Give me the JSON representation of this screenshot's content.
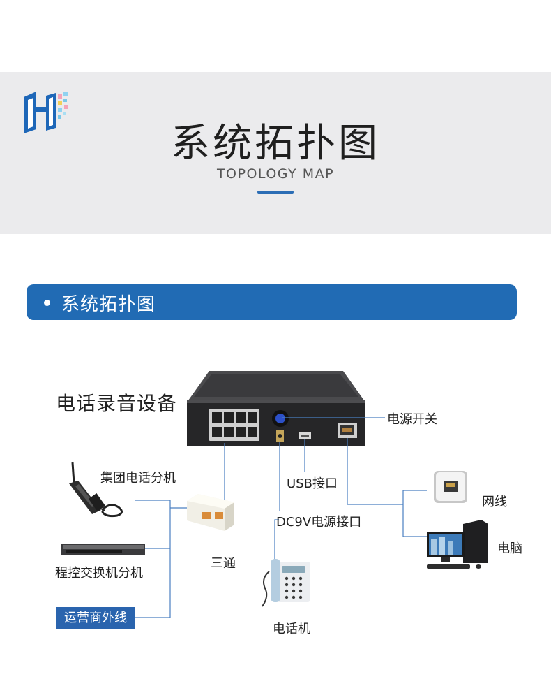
{
  "header": {
    "title": "系统拓扑图",
    "subtitle": "TOPOLOGY MAP"
  },
  "section": {
    "title": "系统拓扑图"
  },
  "diagram": {
    "device_label": "电话录音设备",
    "power_switch_label": "电源开关",
    "usb_label": "USB接口",
    "dc_label": "DC9V电源接口",
    "ext_label": "集团电话分机",
    "pbx_label": "程控交换机分机",
    "operator_label": "运营商外线",
    "splitter_label": "三通",
    "phone_label": "电话机",
    "network_label": "网线",
    "computer_label": "电脑"
  },
  "colors": {
    "brand_blue": "#216bb4",
    "connector_line": "#4a7fc1",
    "device_body": "#2a2a2c",
    "hero_bg": "#ebebed"
  },
  "icons": [
    "brand-logo-icon",
    "rj11-port-icon",
    "power-button-icon",
    "usb-port-icon",
    "ethernet-port-icon",
    "cordless-phone-icon",
    "network-switch-icon",
    "splitter-icon",
    "desk-phone-icon",
    "ethernet-socket-icon",
    "desktop-computer-icon"
  ]
}
